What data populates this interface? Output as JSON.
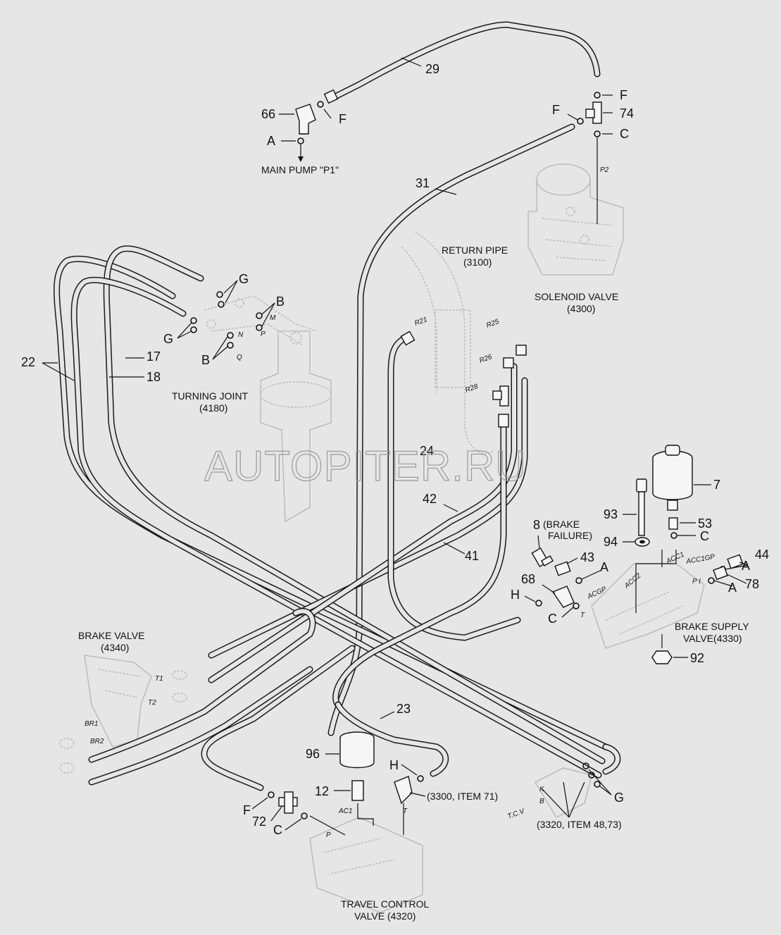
{
  "diagram": {
    "watermark": "AUTOPITER.RU",
    "callouts": {
      "c29": "29",
      "c31": "31",
      "c66": "66",
      "c74": "74",
      "c22": "22",
      "c17": "17",
      "c18": "18",
      "c24": "24",
      "c42": "42",
      "c41": "41",
      "c7": "7",
      "c93": "93",
      "c53": "53",
      "c8": "8",
      "c94": "94",
      "c43": "43",
      "c44": "44",
      "c78": "78",
      "c68": "68",
      "c92": "92",
      "c23": "23",
      "c96": "96",
      "c12": "12",
      "c72": "72"
    },
    "letters": {
      "F1": "F",
      "F2": "F",
      "F3": "F",
      "F4": "F",
      "A1": "A",
      "A2": "A",
      "A3": "A",
      "A4": "A",
      "C1": "C",
      "C2": "C",
      "C3": "C",
      "C4": "C",
      "G1": "G",
      "G2": "G",
      "G3": "G",
      "B1": "B",
      "B2": "B",
      "H1": "H",
      "H2": "H"
    },
    "labels": {
      "main_pump": "MAIN PUMP \"P1\"",
      "return_pipe_1": "RETURN PIPE",
      "return_pipe_2": "(3100)",
      "solenoid_1": "SOLENOID VALVE",
      "solenoid_2": "(4300)",
      "turning_1": "TURNING JOINT",
      "turning_2": "(4180)",
      "brake_valve_1": "BRAKE VALVE",
      "brake_valve_2": "(4340)",
      "brake_failure_1": "(BRAKE",
      "brake_failure_2": "FAILURE)",
      "brake_supply_1": "BRAKE SUPPLY",
      "brake_supply_2": "VALVE(4330)",
      "item71": "(3300, ITEM 71)",
      "item4873": "(3320, ITEM 48,73)",
      "travel_1": "TRAVEL CONTROL",
      "travel_2": "VALVE (4320)"
    },
    "ports": {
      "P2": "P2",
      "M": "M",
      "P": "P",
      "N": "N",
      "Q": "Q",
      "R21": "R21",
      "R25": "R25",
      "R26": "R26",
      "R28": "R28",
      "ACC1": "ACC1",
      "ACC2": "ACC2",
      "ACC1GP": "ACC1GP",
      "ACGP": "ACGP",
      "PI": "P I",
      "T": "T",
      "T1": "T1",
      "T2": "T2",
      "BR1": "BR1",
      "BR2": "BR2",
      "AC1": "AC1",
      "T3": "T",
      "P3": "P",
      "K": "K",
      "B": "B",
      "TCV": "T.C.V"
    }
  }
}
